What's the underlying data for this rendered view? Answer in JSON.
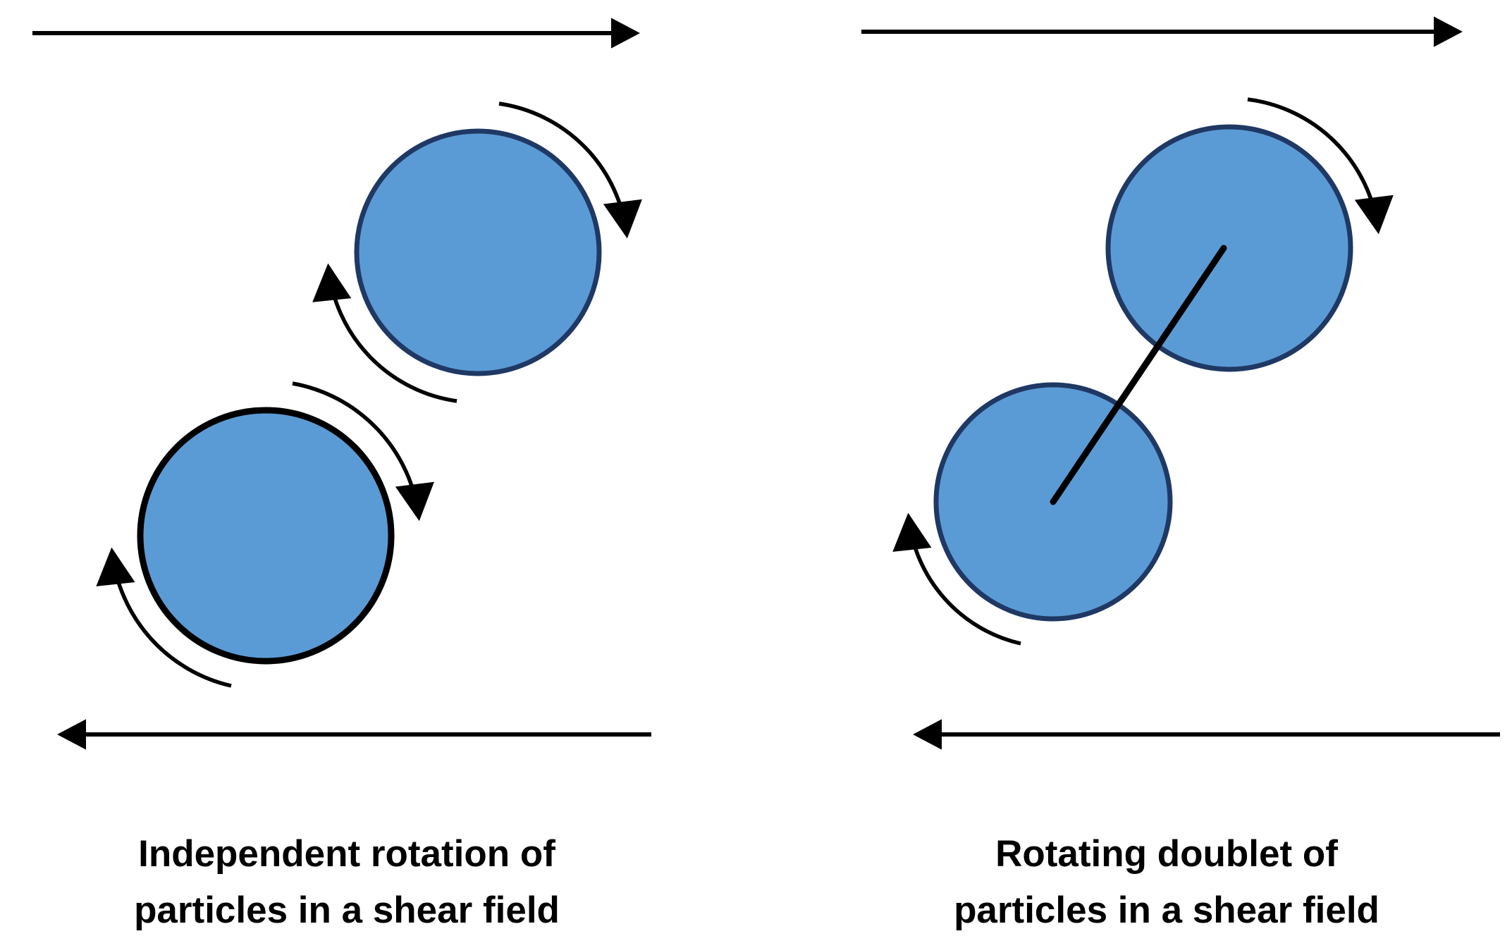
{
  "colors": {
    "background": "#FFFFFF",
    "particle_fill": "#5B9BD5",
    "particle_outline_blue": "#1F3864",
    "particle_outline_black": "#000000",
    "arrow": "#000000",
    "caption_text": "#000000"
  },
  "left_panel": {
    "caption_line1": "Independent rotation of",
    "caption_line2": "particles in a shear field",
    "top_shear_arrow_direction": "right",
    "bottom_shear_arrow_direction": "left",
    "particle_count": 2,
    "particle_rotation": "clockwise",
    "rotation_arcs_per_particle": 2
  },
  "right_panel": {
    "caption_line1": "Rotating doublet of",
    "caption_line2": "particles in a shear field",
    "top_shear_arrow_direction": "right",
    "bottom_shear_arrow_direction": "left",
    "particle_count": 2,
    "doublet_rotation": "clockwise",
    "connector": "rod between particle centers"
  }
}
